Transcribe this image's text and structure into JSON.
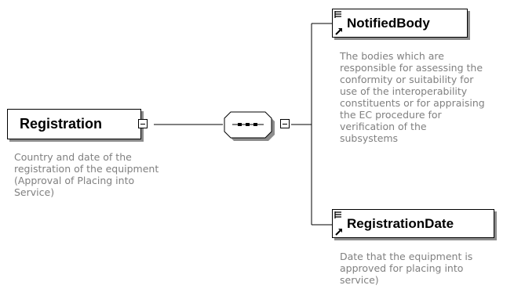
{
  "root": {
    "name": "Registration",
    "doc": [
      "Country and date of the",
      "registration of the equipment",
      "(Approval of Placing into",
      "Service)"
    ]
  },
  "children": [
    {
      "name": "NotifiedBody",
      "doc": [
        "The bodies which are",
        "responsible for assessing the",
        "conformity or suitability for",
        "use of the interoperability",
        "constituents or for appraising",
        "the EC procedure for",
        "verification of the",
        "subsystems"
      ]
    },
    {
      "name": "RegistrationDate",
      "doc": [
        "Date that the equipment is",
        "approved for placing into",
        "service)"
      ]
    }
  ]
}
